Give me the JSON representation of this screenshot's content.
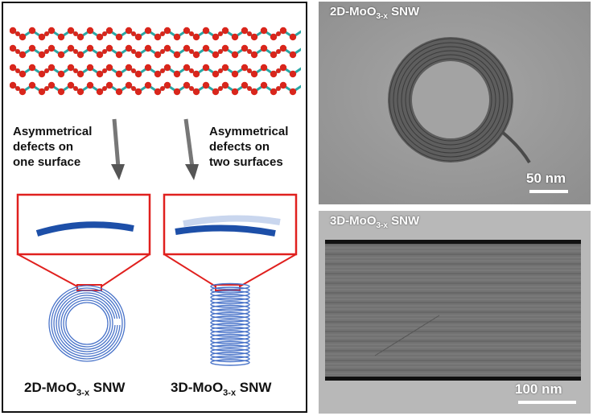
{
  "left_panel": {
    "arrow_left_text": "Asymmetrical\ndefects on\none surface",
    "arrow_right_text": "Asymmetrical\ndefects on\ntwo surfaces",
    "caption_2d": {
      "main": "2D-MoO",
      "sub": "3-x",
      "tail": " SNW"
    },
    "caption_3d": {
      "main": "3D-MoO",
      "sub": "3-x",
      "tail": " SNW"
    }
  },
  "tem_top": {
    "title": {
      "main": "2D-MoO",
      "sub": "3-x",
      "tail": " SNW"
    },
    "scale_bar": "50 nm"
  },
  "tem_bottom": {
    "title": {
      "main": "3D-MoO",
      "sub": "3-x",
      "tail": " SNW"
    },
    "scale_bar": "100 nm"
  },
  "colors": {
    "frame_red": "#e0201e",
    "coil_blue": "#4a74c9",
    "oxygen_red": "#d9261c",
    "molybdenum_teal": "#2aa7a5"
  }
}
